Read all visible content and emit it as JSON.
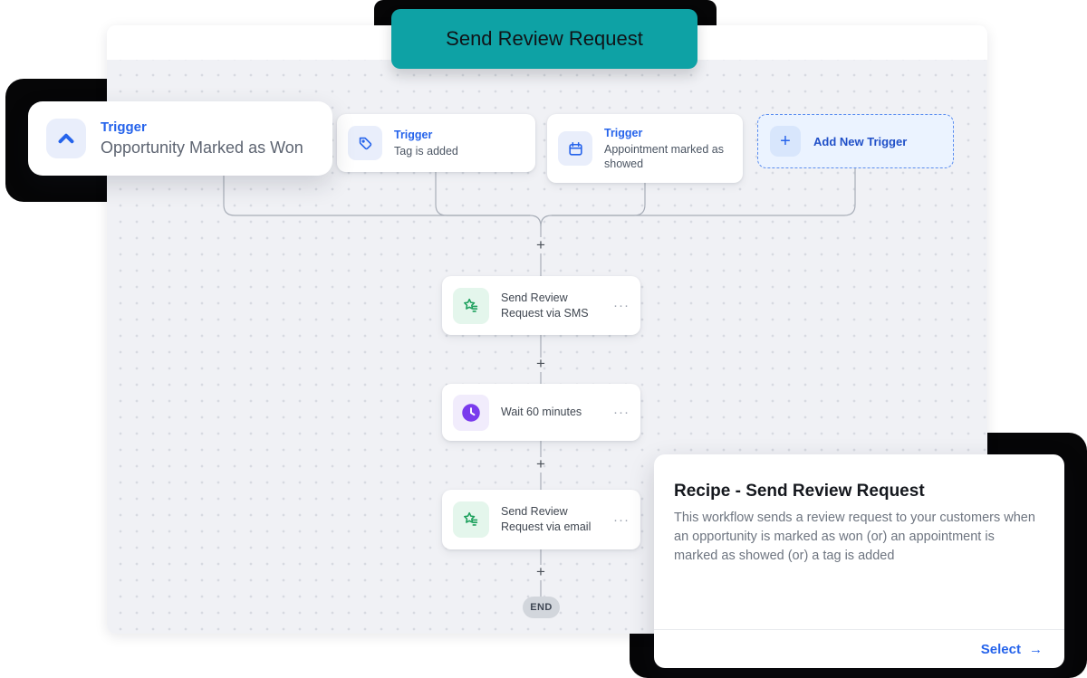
{
  "banner": {
    "label": "Send Review Request"
  },
  "workflow": {
    "triggers": [
      {
        "type_label": "Trigger",
        "title": "Opportunity Marked as Won",
        "icon": "chevron-up-icon"
      },
      {
        "type_label": "Trigger",
        "title": "Tag is added",
        "icon": "tag-icon"
      },
      {
        "type_label": "Trigger",
        "title": "Appointment marked as showed",
        "icon": "calendar-icon"
      }
    ],
    "add_trigger": {
      "label": "Add New Trigger",
      "plus": "+",
      "icon": "plus-icon"
    },
    "actions": [
      {
        "title": "Send Review Request via SMS",
        "icon": "review-star-icon",
        "menu": "···"
      },
      {
        "title": "Wait 60 minutes",
        "icon": "clock-icon",
        "menu": "···"
      },
      {
        "title": "Send Review Request via email",
        "icon": "review-star-icon",
        "menu": "···"
      }
    ],
    "connector_plus": "+",
    "end_label": "END"
  },
  "recipe_card": {
    "title": "Recipe - Send Review Request",
    "description": "This workflow sends a review request to your customers when an opportunity is marked as won (or) an appointment is marked as showed (or) a tag is added",
    "select_label": "Select",
    "select_arrow": "→"
  },
  "colors": {
    "banner_teal": "#0ea2a5",
    "accent_blue": "#2563eb",
    "action_green": "#1ca05c",
    "wait_purple": "#7a3bed",
    "canvas_gray": "#f0f1f5",
    "shadow_black": "#060607"
  }
}
